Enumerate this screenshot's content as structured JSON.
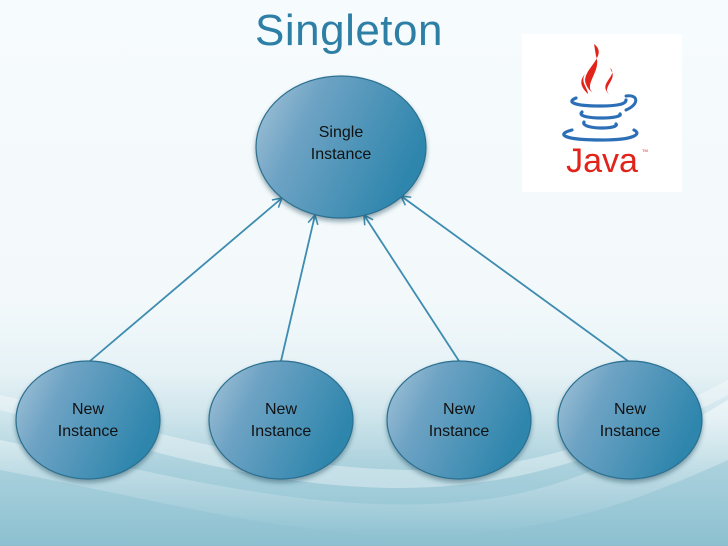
{
  "slide": {
    "title": "Singleton",
    "logo": {
      "icon": "java-coffee-cup-icon",
      "text": "Java",
      "trademark": "TM",
      "colors": {
        "steam": "#e2231a",
        "cup": "#2c6fb7",
        "text": "#e2231a"
      }
    }
  },
  "diagram": {
    "colors": {
      "node_fill_light": "#8fb6cf",
      "node_fill_dark": "#2f86ad",
      "node_stroke": "#2a6f90",
      "arrow": "#3e8cb0",
      "title": "#2e7fa5"
    },
    "root": {
      "line1": "Single",
      "line2": "Instance"
    },
    "children": [
      {
        "line1": "New",
        "line2": "Instance"
      },
      {
        "line1": "New",
        "line2": "Instance"
      },
      {
        "line1": "New",
        "line2": "Instance"
      },
      {
        "line1": "New",
        "line2": "Instance"
      }
    ],
    "edges": [
      {
        "from": "children.0",
        "to": "root"
      },
      {
        "from": "children.1",
        "to": "root"
      },
      {
        "from": "children.2",
        "to": "root"
      },
      {
        "from": "children.3",
        "to": "root"
      }
    ]
  }
}
